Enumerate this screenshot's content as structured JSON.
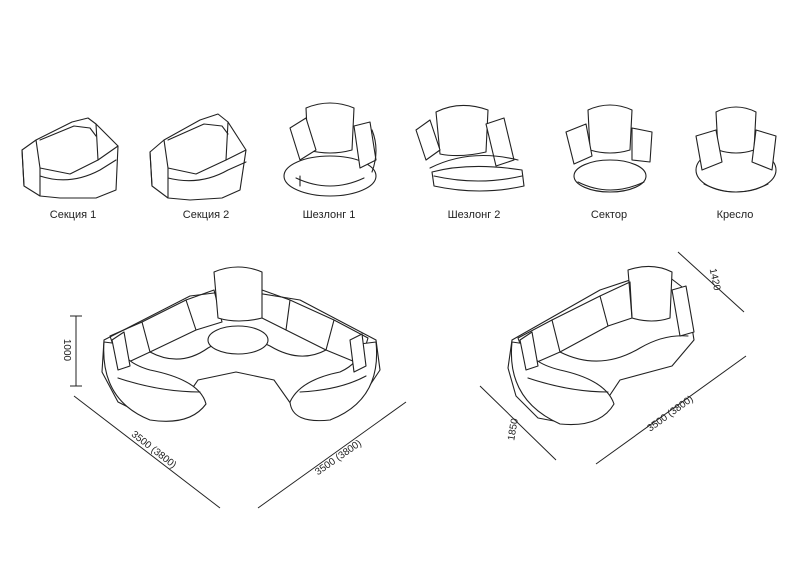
{
  "modules": [
    {
      "label": "Секция 1",
      "icon": "section-1-icon"
    },
    {
      "label": "Секция 2",
      "icon": "section-2-icon"
    },
    {
      "label": "Шезлонг 1",
      "icon": "chaise-1-icon"
    },
    {
      "label": "Шезлонг 2",
      "icon": "chaise-2-icon"
    },
    {
      "label": "Сектор",
      "icon": "sector-icon"
    },
    {
      "label": "Кресло",
      "icon": "armchair-icon"
    }
  ],
  "layout_a": {
    "height": "1000",
    "width_left": "3500 (3800)",
    "width_right": "3500 (3800)"
  },
  "layout_b": {
    "depth_top": "1420",
    "depth_left": "1850",
    "width": "3500 (3800)"
  }
}
